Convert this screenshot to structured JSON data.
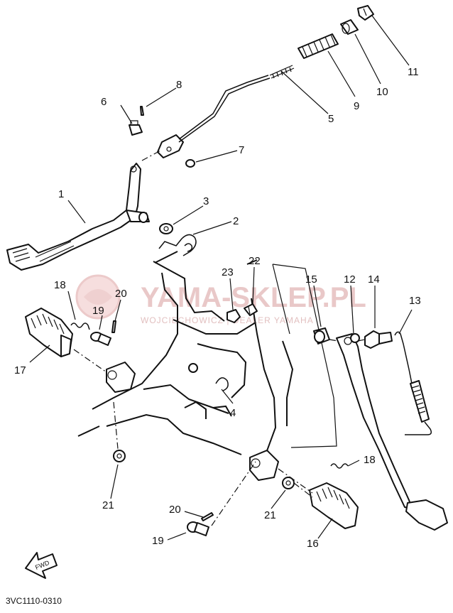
{
  "diagram": {
    "code": "3VC1110-0310",
    "fwd_label": "FWD",
    "watermark": {
      "title": "YAMA-SKLEP.PL",
      "subtitle": "WOJCIECHOWICZ | DEALER YAMAHA"
    },
    "callouts": [
      {
        "id": "c1",
        "text": "1"
      },
      {
        "id": "c2",
        "text": "2"
      },
      {
        "id": "c3",
        "text": "3"
      },
      {
        "id": "c4",
        "text": "4"
      },
      {
        "id": "c5",
        "text": "5"
      },
      {
        "id": "c6",
        "text": "6"
      },
      {
        "id": "c7",
        "text": "7"
      },
      {
        "id": "c8",
        "text": "8"
      },
      {
        "id": "c9",
        "text": "9"
      },
      {
        "id": "c10",
        "text": "10"
      },
      {
        "id": "c11",
        "text": "11"
      },
      {
        "id": "c12",
        "text": "12"
      },
      {
        "id": "c13",
        "text": "13"
      },
      {
        "id": "c14",
        "text": "14"
      },
      {
        "id": "c15",
        "text": "15"
      },
      {
        "id": "c16",
        "text": "16"
      },
      {
        "id": "c17",
        "text": "17"
      },
      {
        "id": "c18a",
        "text": "18"
      },
      {
        "id": "c18b",
        "text": "18"
      },
      {
        "id": "c19a",
        "text": "19"
      },
      {
        "id": "c19b",
        "text": "19"
      },
      {
        "id": "c20a",
        "text": "20"
      },
      {
        "id": "c20b",
        "text": "20"
      },
      {
        "id": "c21a",
        "text": "21"
      },
      {
        "id": "c21b",
        "text": "21"
      },
      {
        "id": "c22",
        "text": "22"
      },
      {
        "id": "c23",
        "text": "23"
      }
    ]
  }
}
